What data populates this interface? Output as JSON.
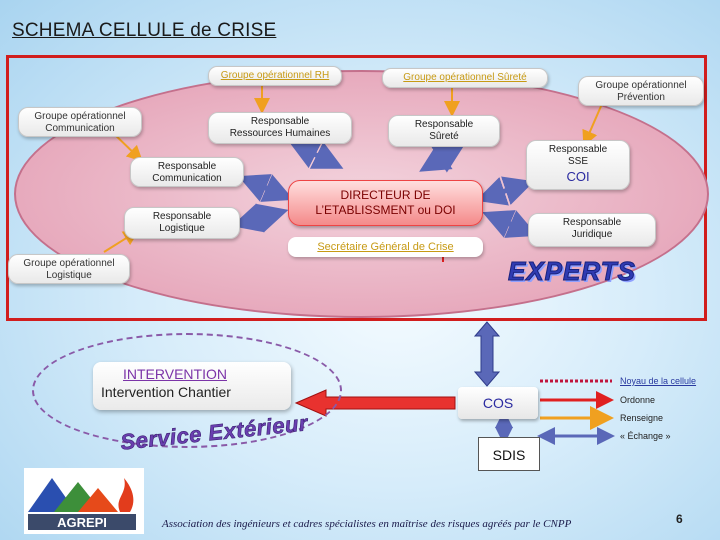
{
  "title": "SCHEMA CELLULE de CRISE",
  "groups": {
    "rh": "Groupe opérationnel RH",
    "surete": "Groupe opérationnel Sûreté",
    "prevention": [
      "Groupe opérationnel",
      "Prévention"
    ],
    "communication": [
      "Groupe opérationnel",
      "Communication"
    ],
    "logistique": [
      "Groupe opérationnel",
      "Logistique"
    ]
  },
  "roles": {
    "rh": [
      "Responsable",
      "Ressources Humaines"
    ],
    "surete": [
      "Responsable",
      "Sûreté"
    ],
    "sse": [
      "Responsable",
      "SSE"
    ],
    "coi": "COI",
    "communication": [
      "Responsable",
      "Communication"
    ],
    "logistique": [
      "Responsable",
      "Logistique"
    ],
    "juridique": [
      "Responsable",
      "Juridique"
    ]
  },
  "director": [
    "DIRECTEUR DE",
    "L’ETABLISSMENT ou DOI"
  ],
  "secretaire": "Secrétaire Général de Crise",
  "experts": "EXPERTS",
  "intervention": {
    "title": "INTERVENTION",
    "subtitle": "Intervention Chantier"
  },
  "service_exterieur": "Service Extérieur",
  "cos": "COS",
  "sdis": "SDIS",
  "legend": {
    "noyau": "Noyau de la cellule",
    "ordonne": "Ordonne",
    "renseigne": "Renseigne",
    "echange": "« Échange »"
  },
  "logo_text": "AGREPI",
  "footer": "Association des ingénieurs et cadres spécialistes en maîtrise des risques agréés par le CNPP",
  "page_number": "6",
  "colors": {
    "frame_red": "#d11d1d",
    "ordonne_red": "#e02020",
    "renseigne_orange": "#f0a020",
    "echange_blue": "#5a68b8",
    "noyau_dotted": "#c0143c"
  }
}
